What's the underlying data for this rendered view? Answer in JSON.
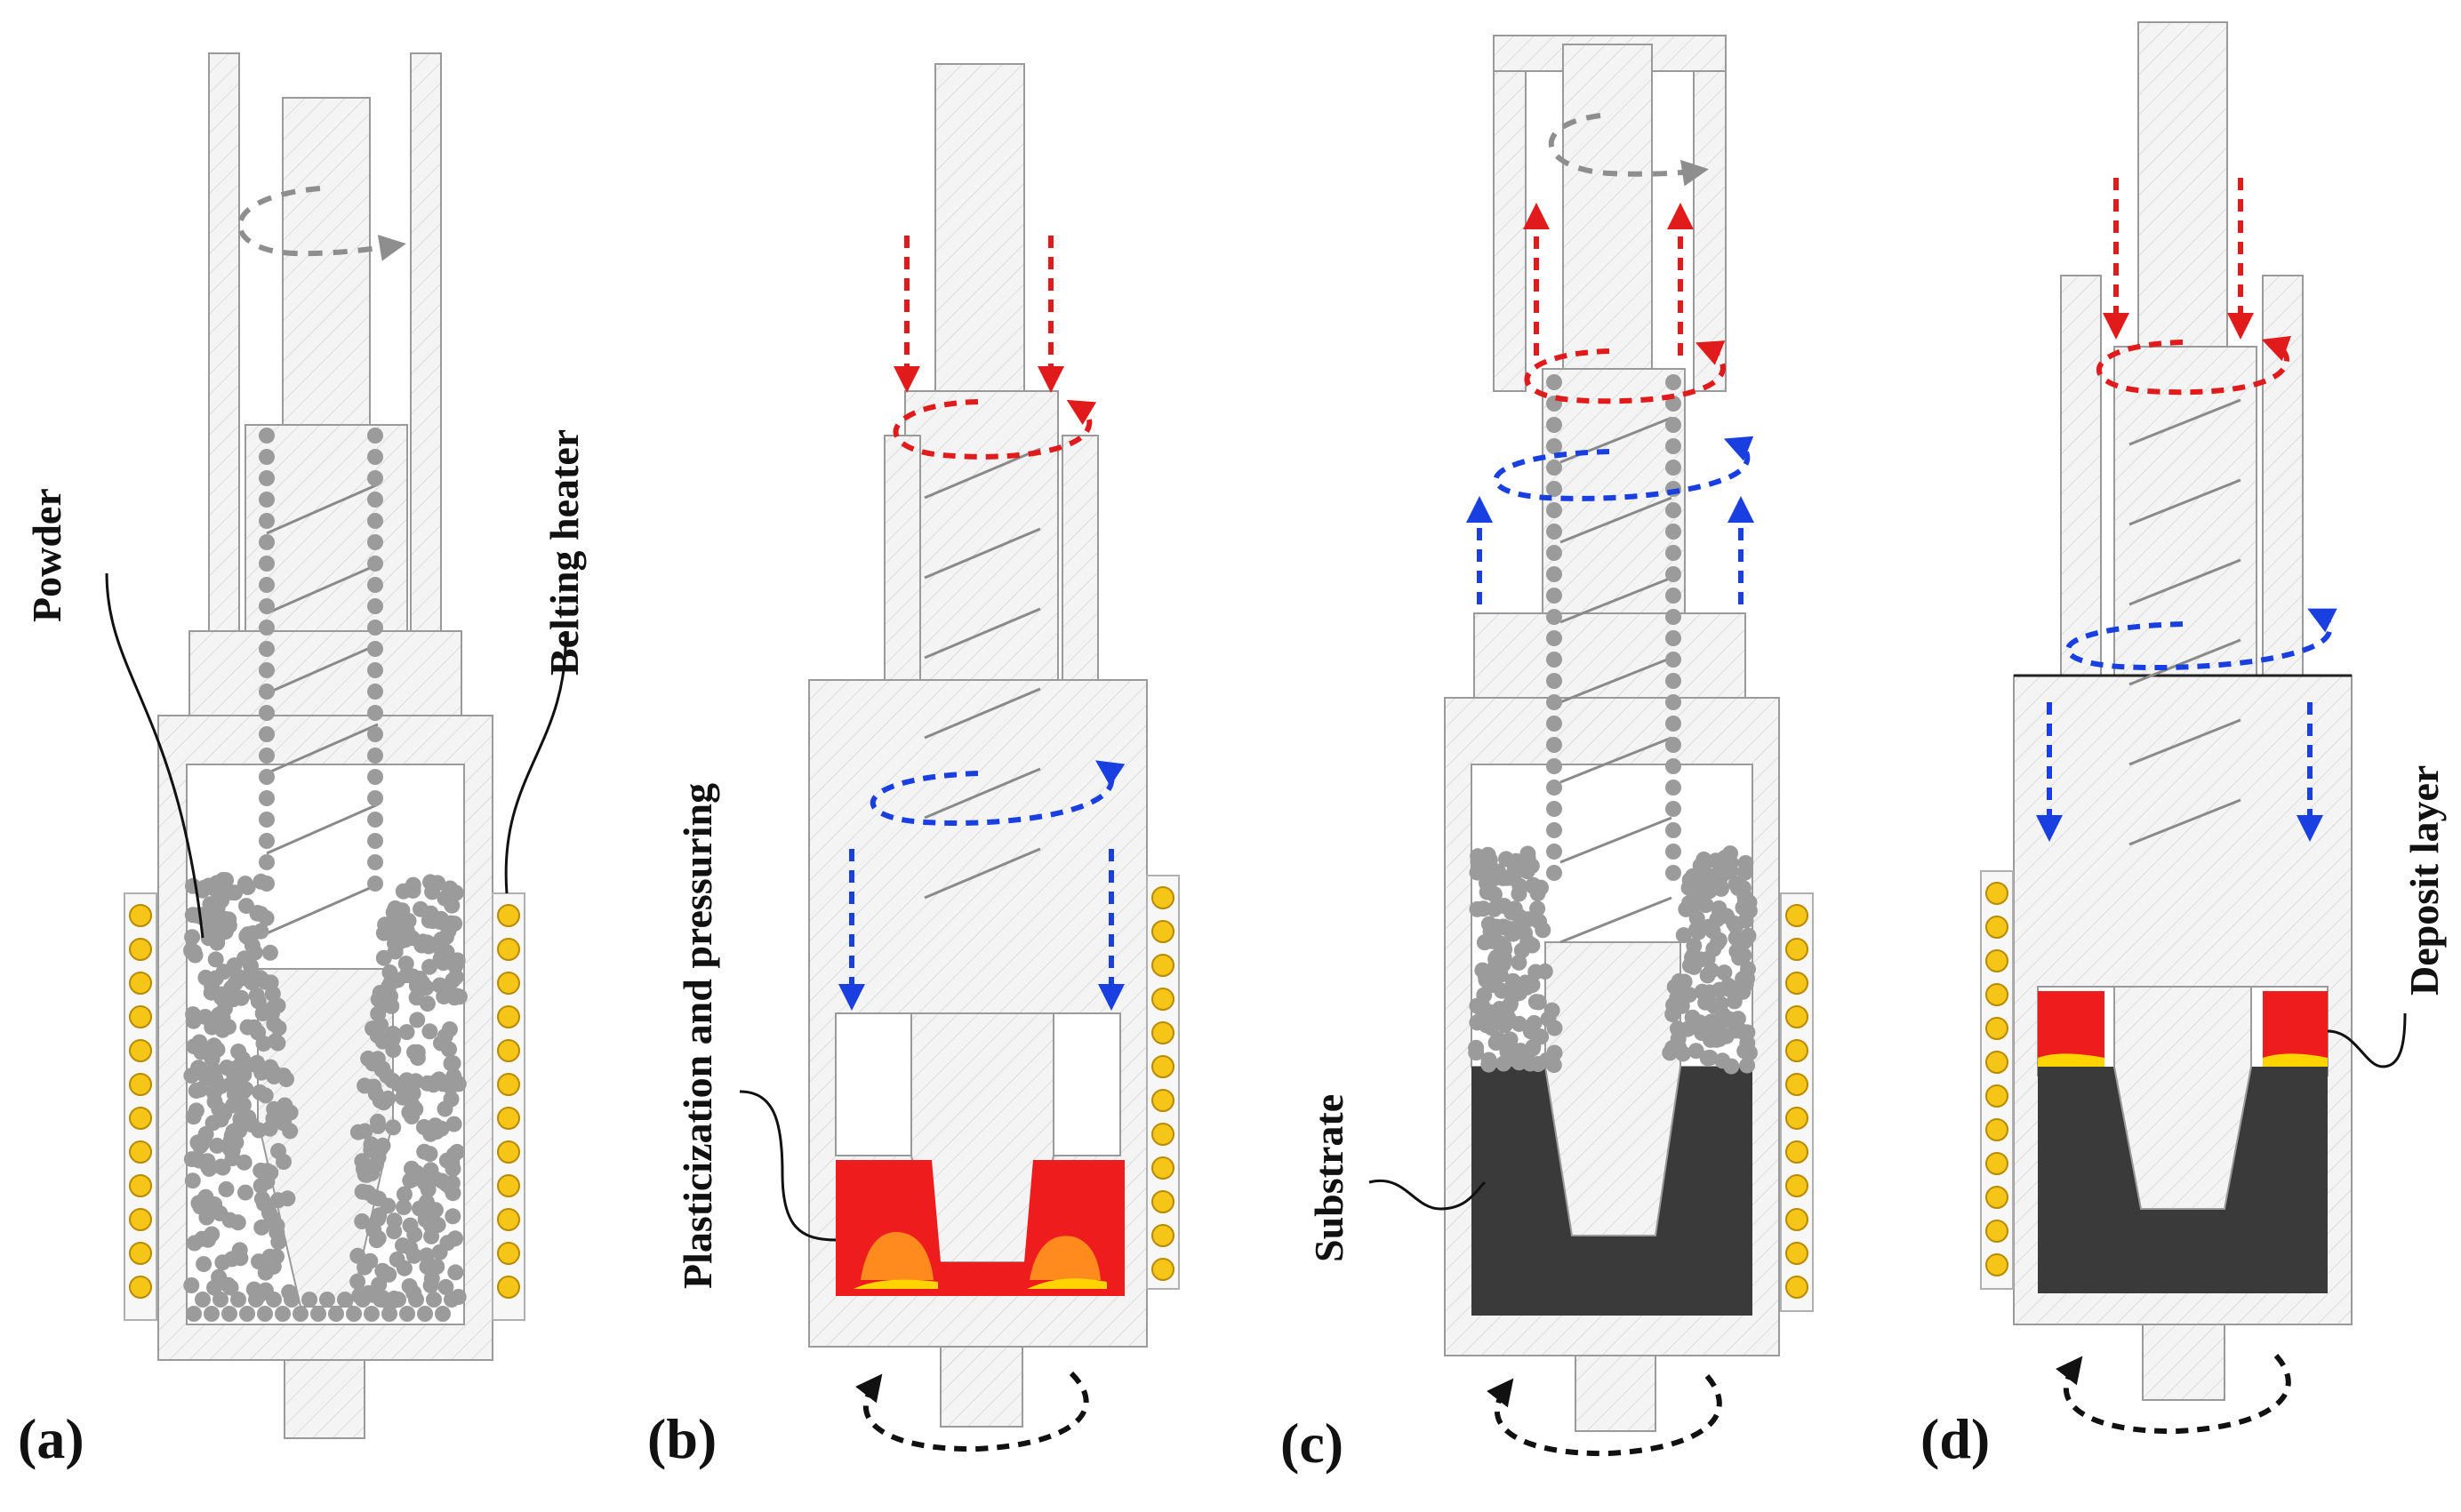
{
  "labels": {
    "a": "(a)",
    "b": "(b)",
    "c": "(c)",
    "d": "(d)"
  },
  "callouts": {
    "powder": "Powder",
    "heater": "Belting heater",
    "plastic": "Plasticization and pressuring",
    "substrate": "Substrate",
    "deposit": "Deposit layer"
  },
  "colors": {
    "part_fill": "#f3f3f3",
    "outline": "#9a9a9a",
    "powder": "#9b9b9b",
    "heater_coil": "#f5c518",
    "heater_outline": "#b88a00",
    "plastic_red": "#ee1c1c",
    "plastic_orange": "#ff8a1e",
    "plastic_yellow": "#ffd400",
    "substrate": "#3a3a3a",
    "arrow_red": "#e11b1b",
    "arrow_blue": "#1a3fe0",
    "arrow_black": "#111111",
    "arrow_gray": "#8e8e8e"
  }
}
